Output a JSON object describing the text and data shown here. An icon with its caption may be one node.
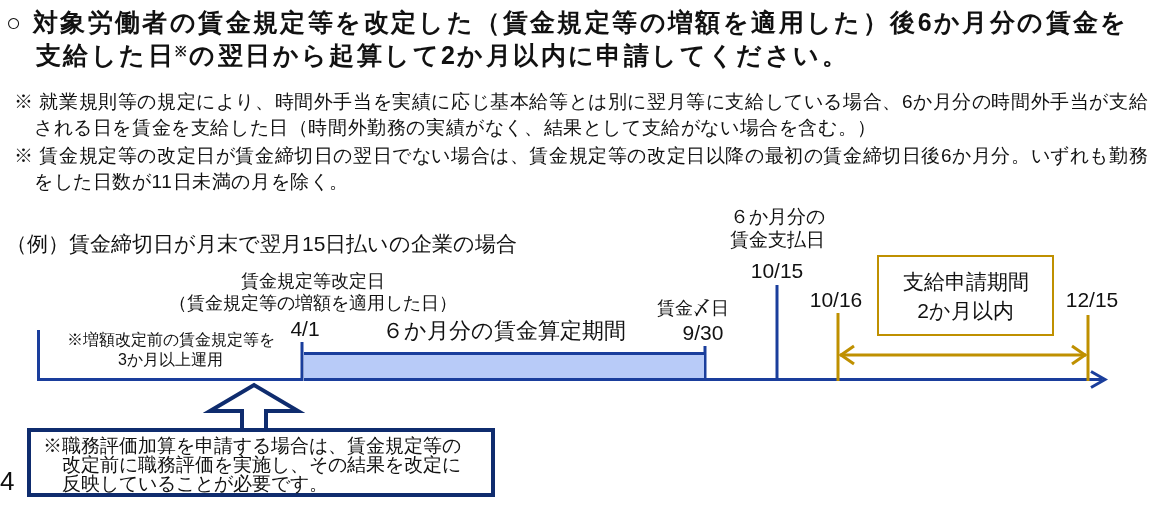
{
  "diagram": {
    "title": "○ 対象労働者の賃金規定等を改定した（賃金規定等の増額を適用した）後6か月分の賃金を支給した日$^{※}$の翌日から起算して2か月以内に申請してください。",
    "nodes": [
      {
        "text": [
          "※増額改定前の賃金規定等を3か月以上運用"
        ]
      },
      {
        "text": [
          "６か月分の賃金算定期間"
        ]
      },
      {
        "text": [
          "支給申請期間",
          "2か月以内"
        ]
      },
      {
        "text": [
          "※職務評価加算を申請する場合は、賃金規定等の改定前に職務評価を実施し、その結果を改定に反映していることが必要です。"
        ]
      }
    ],
    "edges": [
      {
        "from": 3,
        "to": 0,
        "arrow": "to"
      }
    ],
    "labels": [
      "※ 就業規則等の規定により、時間外手当を実績に応じ基本給等とは別に翌月等に支給している場合、6か月分の時間外手当が支給される日を賃金を支給した日（時間外勤務の実績がなく、結果として支給がない場合を含む。）",
      "※ 賃金規定等の改定日が賃金締切日の翌日でない場合は、賃金規定等の改定日以降の最初の賃金締切日後6か月分。いずれも勤務をした日数が11日未満の月を除く。",
      "６か月分の賃金支払日",
      "（例）賃金締切日が月末で翌月15日払いの企業の場合",
      "10/15",
      "賃金規定等改定日",
      "（賃金規定等の増額を適用した日）",
      "10/16",
      "12/15",
      "賃金〆日",
      "4/1",
      "9/30",
      "4"
    ]
  }
}
